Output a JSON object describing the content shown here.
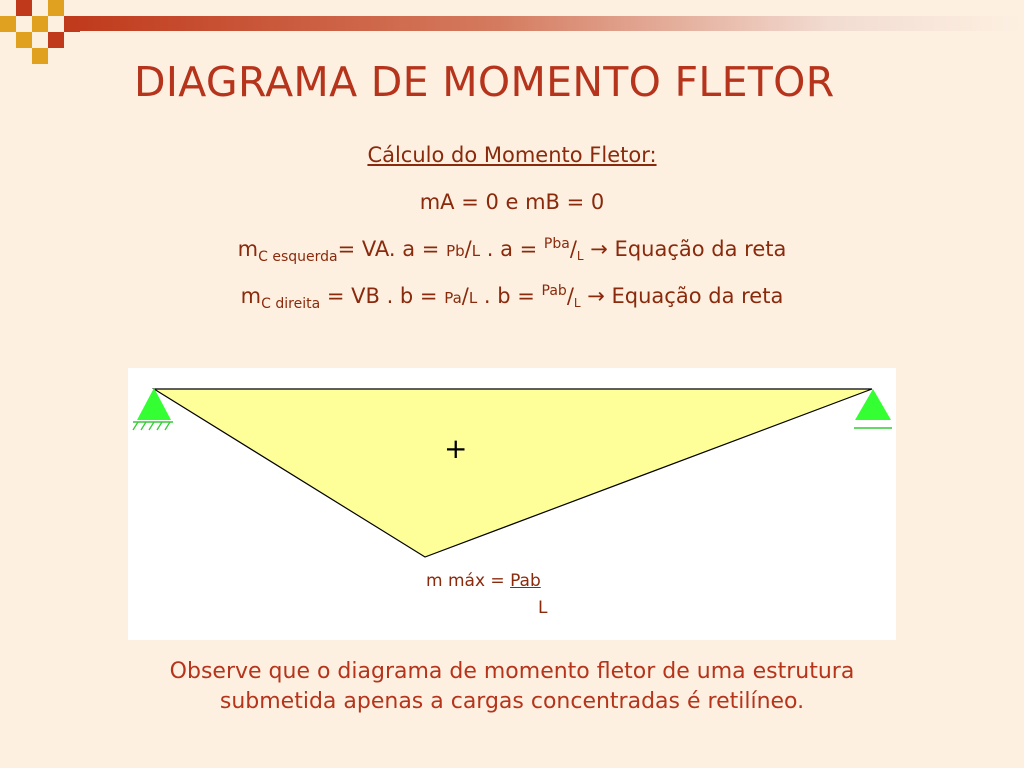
{
  "slide": {
    "title": "DIAGRAMA DE MOMENTO FLETOR",
    "heading": "Cálculo do Momento Fletor:",
    "line_ma_mb": "mA = 0 e mB = 0",
    "line_left": {
      "m": "m",
      "sub": "C esquerda",
      "eq1": "= VA. a = ",
      "frac_num": "Pb",
      "frac_sep": "/",
      "frac_den": "L",
      "eq2": " . a = ",
      "sup": "Pba",
      "slash": "/",
      "sub_l": "L",
      "tail": " → Equação da reta"
    },
    "line_right": {
      "m": "m",
      "sub": "C direita",
      "eq1": " = VB . b = ",
      "frac_num": "Pa",
      "frac_sep": "/",
      "frac_den": "L",
      "eq2": " . b  = ",
      "sup": "Pab",
      "slash": "/",
      "sub_l": "L",
      "tail": " → Equação da reta"
    },
    "diagram": {
      "sign": "+",
      "mmax_prefix": "m máx = ",
      "mmax_numerator": "Pab",
      "mmax_denominator": "L",
      "fill_color": "#ffff99",
      "support_color": "#33ff33"
    },
    "observation_line1": "Observe que o diagrama de momento fletor de uma estrutura",
    "observation_line2": "submetida apenas a cargas concentradas é retilíneo."
  }
}
